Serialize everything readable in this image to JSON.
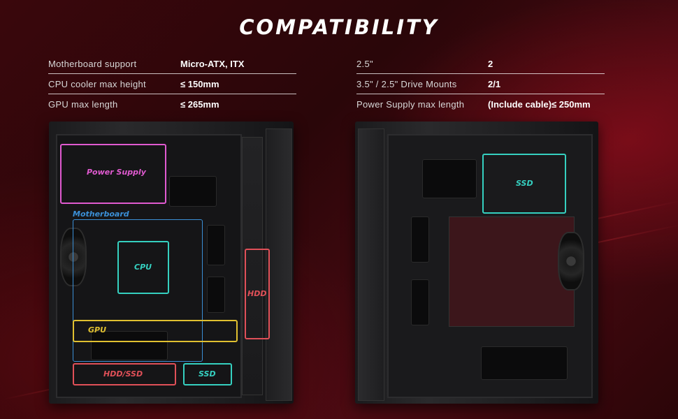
{
  "title": "COMPATIBILITY",
  "specs_left": [
    {
      "label": "Motherboard support",
      "value": "Micro-ATX, ITX"
    },
    {
      "label": "CPU cooler max height",
      "value": "≤ 150mm"
    },
    {
      "label": "GPU max length",
      "value": "≤ 265mm"
    }
  ],
  "specs_right": [
    {
      "label": "2.5\"",
      "value": "2"
    },
    {
      "label": "3.5\" / 2.5\" Drive Mounts",
      "value": "2/1"
    },
    {
      "label": "Power Supply max length",
      "value": "(Include cable)≤ 250mm"
    }
  ],
  "zones_left": {
    "power_supply": "Power Supply",
    "motherboard": "Motherboard",
    "cpu": "CPU",
    "gpu": "GPU",
    "hdd_side": "HDD",
    "hdd_ssd": "HDD/SSD",
    "ssd": "SSD"
  },
  "zones_right": {
    "ssd": "SSD"
  },
  "colors": {
    "power_supply": "#e05ad0",
    "motherboard": "#3b8fd6",
    "cpu": "#35d0c0",
    "gpu": "#e0c030",
    "hdd": "#e05058",
    "ssd": "#35d0c0"
  }
}
